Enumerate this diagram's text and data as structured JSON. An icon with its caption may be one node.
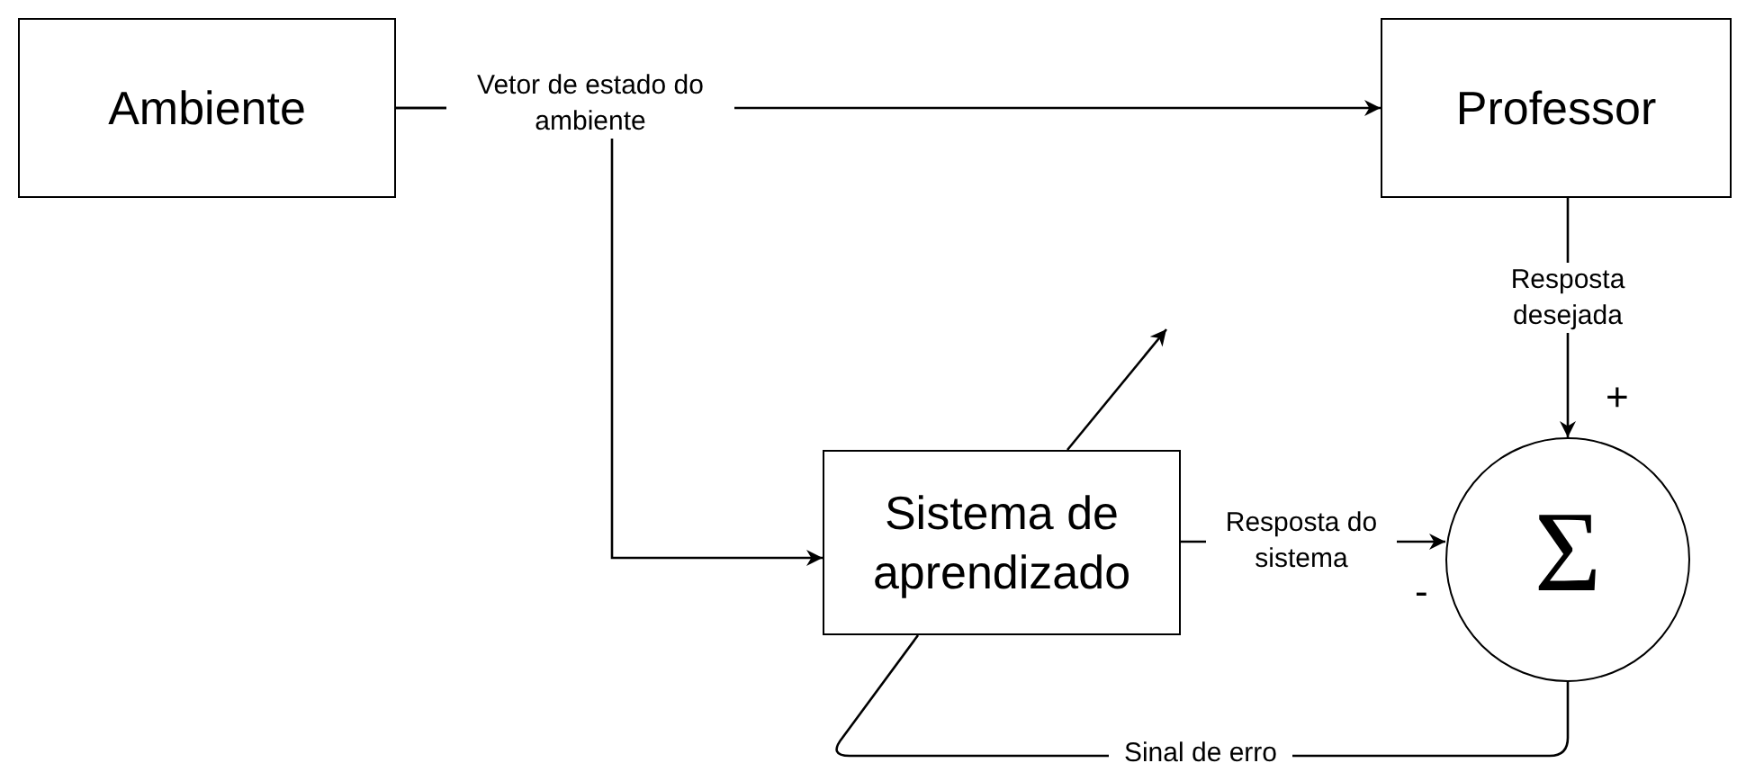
{
  "diagram": {
    "nodes": [
      {
        "text": [
          "Ambiente"
        ]
      },
      {
        "text": [
          "Professor"
        ]
      },
      {
        "text": [
          "Sistema de aprendizado"
        ]
      },
      {
        "text": [
          "Σ"
        ]
      }
    ],
    "edges": [
      {
        "from": 0,
        "to": 1,
        "arrow": "to",
        "label": "Vetor de estado do ambiente"
      },
      {
        "from": 0,
        "to": 2,
        "arrow": "to"
      },
      {
        "from": 1,
        "to": 3,
        "arrow": "to",
        "label": "Resposta desejada"
      },
      {
        "from": 2,
        "to": 3,
        "arrow": "to",
        "label": "Resposta do sistema"
      },
      {
        "from": 3,
        "to": 2,
        "arrow": "none",
        "label": "Sinal de erro"
      }
    ],
    "labels": [
      "+",
      "-"
    ]
  }
}
